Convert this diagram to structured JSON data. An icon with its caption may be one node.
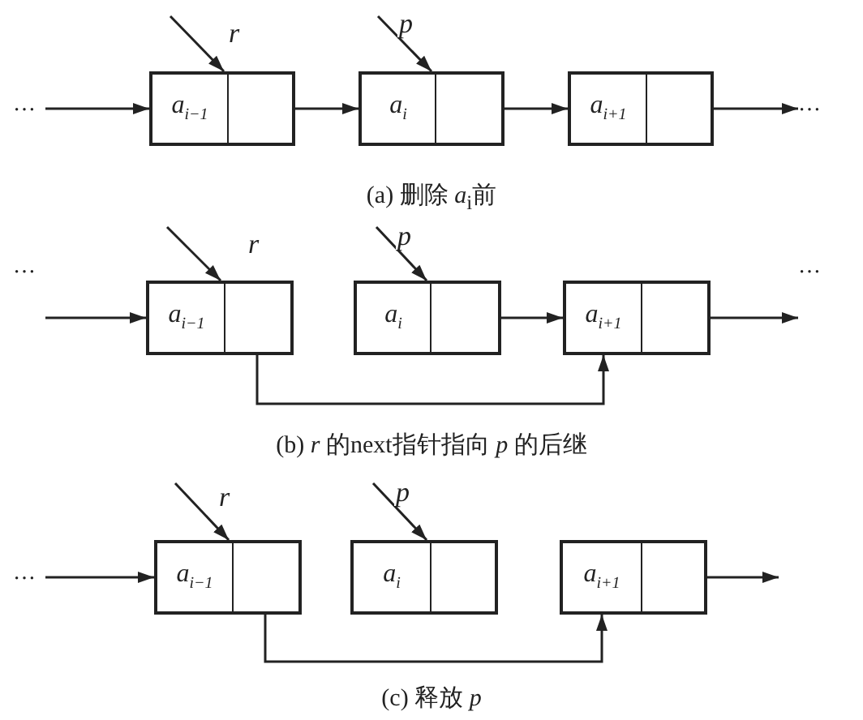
{
  "diagram": {
    "nodes": [
      {
        "text": [
          "…"
        ]
      },
      {
        "text": [
          "a$_{i−1}$"
        ]
      },
      {
        "text": [
          "a$_{i}$"
        ]
      },
      {
        "text": [
          "a$_{i+1}$"
        ]
      },
      {
        "text": [
          "…"
        ]
      },
      {
        "text": [
          "…"
        ]
      },
      {
        "text": [
          "a$_{i−1}$"
        ]
      },
      {
        "text": [
          "a$_{i}$"
        ]
      },
      {
        "text": [
          "a$_{i+1}$"
        ]
      },
      {
        "text": [
          "…"
        ]
      },
      {
        "text": [
          "…"
        ]
      },
      {
        "text": [
          "a$_{i−1}$"
        ]
      },
      {
        "text": [
          "a$_{i}$"
        ]
      },
      {
        "text": [
          "a$_{i+1}$"
        ]
      }
    ],
    "edges": [
      {
        "from": 0,
        "to": 1,
        "arrow": "to"
      },
      {
        "from": null,
        "to": 1,
        "arrow": "to",
        "label": "r"
      },
      {
        "from": null,
        "to": 2,
        "arrow": "to",
        "label": "p"
      },
      {
        "from": 1,
        "to": 2,
        "arrow": "to"
      },
      {
        "from": 2,
        "to": 3,
        "arrow": "to"
      },
      {
        "from": 3,
        "to": 4,
        "arrow": "to"
      },
      {
        "from": 5,
        "to": 6,
        "arrow": "to"
      },
      {
        "from": null,
        "to": 6,
        "arrow": "to",
        "label": "r"
      },
      {
        "from": null,
        "to": 7,
        "arrow": "to",
        "label": "p"
      },
      {
        "from": 7,
        "to": 8,
        "arrow": "to"
      },
      {
        "from": 8,
        "to": 9,
        "arrow": "to"
      },
      {
        "from": 6,
        "to": 8,
        "arrow": "to"
      },
      {
        "from": 10,
        "to": 11,
        "arrow": "to"
      },
      {
        "from": null,
        "to": 11,
        "arrow": "to",
        "label": "r"
      },
      {
        "from": null,
        "to": 12,
        "arrow": "to",
        "label": "p"
      },
      {
        "from": 11,
        "to": 13,
        "arrow": "to"
      },
      {
        "from": 13,
        "to": null,
        "arrow": "to"
      }
    ],
    "labels": [
      "(a) 删除 *a*$_{i}$前",
      "(b) *r* 的next指针指向 *p* 的后继",
      "(c) 释放 *p*"
    ]
  }
}
